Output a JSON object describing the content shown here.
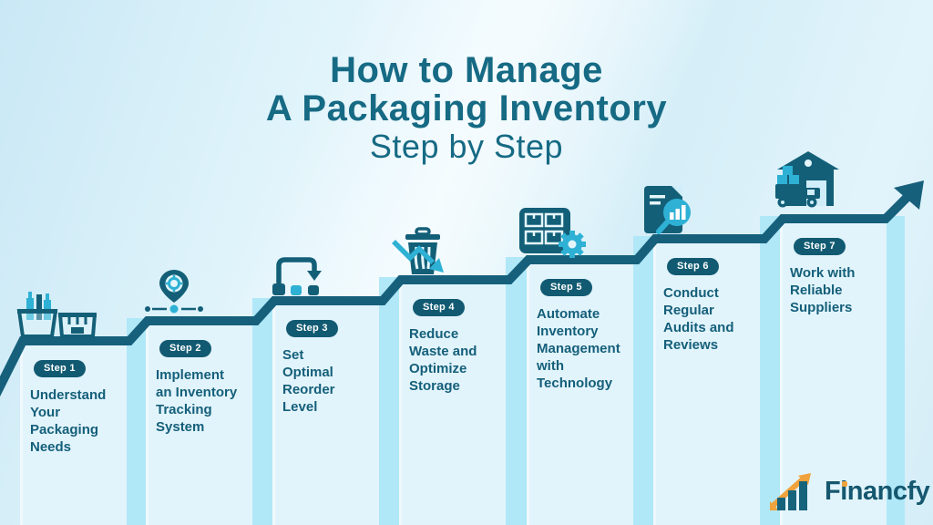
{
  "title": {
    "line1": "How to Manage",
    "line2": "A Packaging Inventory",
    "line3": "Step by Step"
  },
  "steps": [
    {
      "badge": "Step 1",
      "label": "Understand\nYour\nPackaging\nNeeds",
      "icon": "packaging-bins-icon"
    },
    {
      "badge": "Step 2",
      "label": "Implement\nan Inventory\nTracking\nSystem",
      "icon": "tracking-pin-icon"
    },
    {
      "badge": "Step 3",
      "label": "Set\nOptimal\nReorder\nLevel",
      "icon": "reorder-flow-icon"
    },
    {
      "badge": "Step 4",
      "label": "Reduce\nWaste and\nOptimize\nStorage",
      "icon": "reduce-waste-icon"
    },
    {
      "badge": "Step 5",
      "label": "Automate\nInventory\nManagement\nwith\nTechnology",
      "icon": "automation-shelf-icon"
    },
    {
      "badge": "Step 6",
      "label": "Conduct\nRegular\nAudits and\nReviews",
      "icon": "audit-magnifier-icon"
    },
    {
      "badge": "Step 7",
      "label": "Work with\nReliable\nSuppliers",
      "icon": "supplier-truck-icon"
    }
  ],
  "logo": {
    "text": "Financfy"
  },
  "colors": {
    "dark_teal": "#135f78",
    "accent_cyan": "#2eb1d4",
    "badge_bg": "#115a72",
    "panel": "#e2f4fb",
    "panel_strip": "#b0e8f8",
    "title_text": "#166a84",
    "logo_orange": "#f0a23c",
    "logo_text": "#15576f",
    "background_light_blue": "#d8f0f9"
  }
}
